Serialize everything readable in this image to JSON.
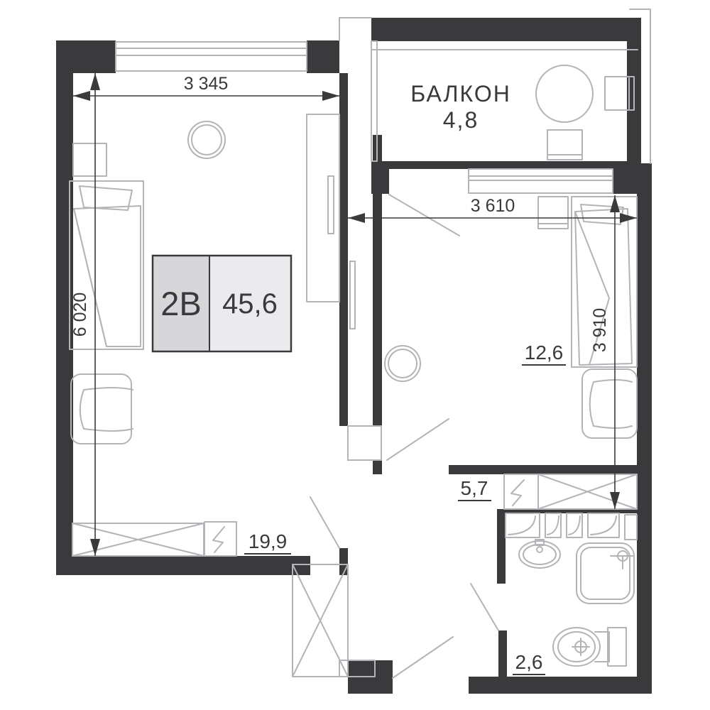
{
  "plan": {
    "unit_badge": {
      "type_label": "2B",
      "area_value": "45,6"
    },
    "rooms": {
      "balcony": {
        "name": "БАЛКОН",
        "area": "4,8"
      },
      "living_room": {
        "area": "19,9"
      },
      "bedroom": {
        "area": "12,6"
      },
      "hall": {
        "area": "5,7"
      },
      "bathroom": {
        "area": "2,6"
      }
    },
    "dimensions": {
      "top_width": "3 345",
      "bedroom_width": "3 610",
      "left_height": "6 020",
      "bedroom_height": "3 910"
    },
    "furniture_icons": [
      "double-bed",
      "pillow",
      "armchair",
      "wardrobe-cross",
      "electric-panel-lightning",
      "tall-cabinet",
      "ceiling-lamp",
      "round-table",
      "chair",
      "stool",
      "single-bed",
      "nightstand",
      "shaft-cross",
      "washbasin",
      "shower-tray",
      "toilet",
      "door-swing",
      "window-band"
    ],
    "colors": {
      "wall": "#3a3a3c",
      "furniture_line": "#b4b4b8",
      "dimension_line": "#3a3a3c",
      "badge_left_fill": "#d7d7d9",
      "badge_right_fill": "#ebebee",
      "background": "#ffffff"
    }
  }
}
